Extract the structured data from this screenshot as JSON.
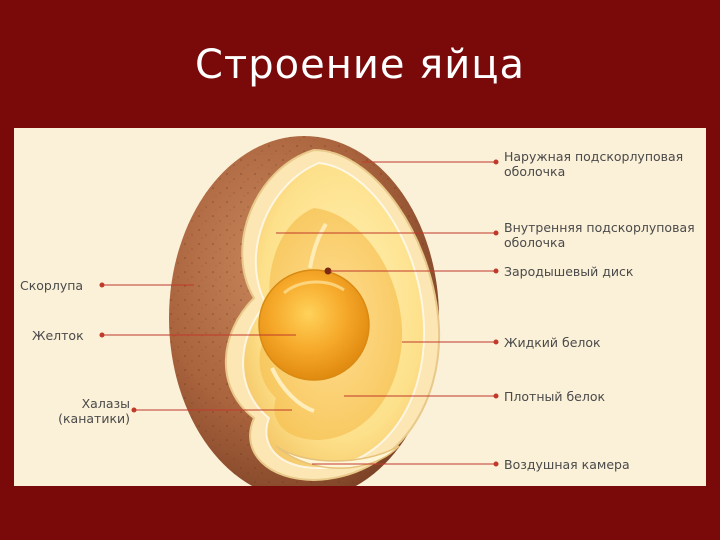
{
  "slide": {
    "title": "Строение яйца"
  },
  "labels": {
    "outer_membrane": [
      "Наружная подскорлуповая",
      "оболочка"
    ],
    "inner_membrane": [
      "Внутренняя подскорлуповая",
      "оболочка"
    ],
    "germinal_disc": "Зародышевый диск",
    "thin_albumen": "Жидкий белок",
    "thick_albumen": "Плотный белок",
    "air_cell": "Воздушная камера",
    "shell": "Скорлупа",
    "yolk": "Желток",
    "chalazae": [
      "Халазы",
      "(канатики)"
    ]
  },
  "colors": {
    "slide_background": "#7a0a0a",
    "panel_background": "#fbf0d8",
    "shell": "#b06a43",
    "yolk": "#f2a020",
    "albumen": "#fde28a",
    "label_text": "#4a4a4a",
    "leader_line": "#c0392b"
  }
}
